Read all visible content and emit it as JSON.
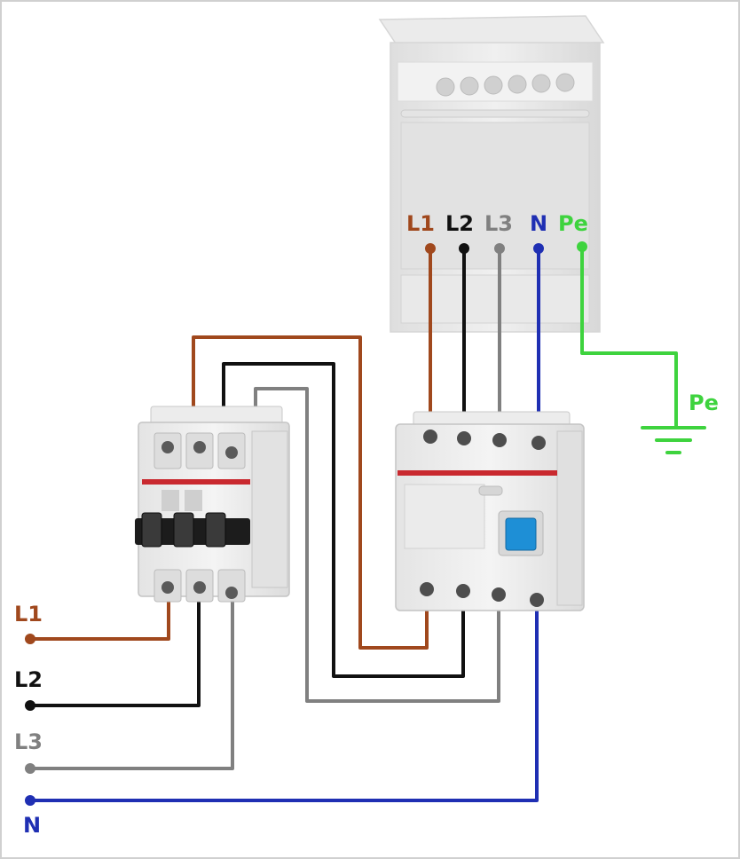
{
  "colors": {
    "L1": "#a0481d",
    "L2": "#111111",
    "L3": "#808080",
    "N": "#1f2fb3",
    "Pe": "#3ed33e"
  },
  "supply_labels": {
    "L1": "L1",
    "L2": "L2",
    "L3": "L3",
    "N": "N"
  },
  "stove_labels": {
    "L1": "L1",
    "L2": "L2",
    "L3": "L3",
    "N": "N",
    "Pe": "Pe"
  },
  "ground_label": "Pe"
}
